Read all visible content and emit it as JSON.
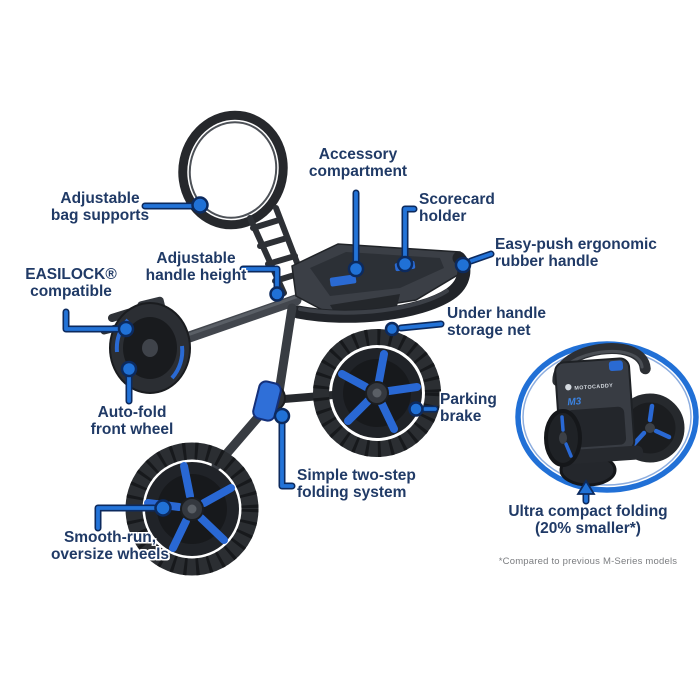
{
  "colors": {
    "label_text": "#203a66",
    "callout_blue": "#2373d8",
    "callout_dark": "#0c2a5e",
    "footnote_gray": "#7b7d80",
    "cart_dark": "#2e3136",
    "cart_mid": "#3b3f46",
    "cart_accent_blue": "#2a6ad3",
    "background": "#ffffff"
  },
  "callouts": [
    {
      "id": "adjustable-bag-supports",
      "label": "Adjustable\nbag supports"
    },
    {
      "id": "accessory-compartment",
      "label": "Accessory\ncompartment"
    },
    {
      "id": "scorecard-holder",
      "label": "Scorecard\nholder"
    },
    {
      "id": "easy-push-handle",
      "label": "Easy-push ergonomic\nrubber handle"
    },
    {
      "id": "adjustable-handle-height",
      "label": "Adjustable\nhandle height"
    },
    {
      "id": "easilock-compatible",
      "label": "EASILOCK®\ncompatible"
    },
    {
      "id": "under-handle-storage-net",
      "label": "Under handle\nstorage net"
    },
    {
      "id": "auto-fold-front-wheel",
      "label": "Auto-fold\nfront wheel"
    },
    {
      "id": "parking-brake",
      "label": "Parking\nbrake"
    },
    {
      "id": "simple-folding-system",
      "label": "Simple two-step\nfolding system"
    },
    {
      "id": "smooth-run-wheels",
      "label": "Smooth-run,\noversize wheels"
    },
    {
      "id": "ultra-compact-folding",
      "label": "Ultra compact folding\n(20% smaller*)"
    }
  ],
  "footnote": "*Compared to previous M-Series models",
  "cart": {
    "brand": "MOTOCADDY",
    "model": "M3"
  }
}
